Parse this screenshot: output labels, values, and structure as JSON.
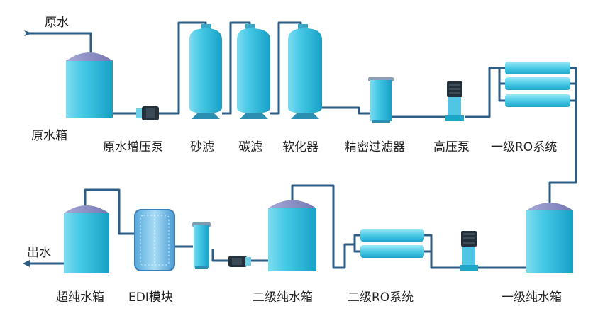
{
  "labels": {
    "raw_water_in": "原水",
    "raw_water_tank": "原水箱",
    "raw_booster_pump": "原水增压泵",
    "sand_filter": "砂滤",
    "carbon_filter": "碳滤",
    "softener": "软化器",
    "precision_filter": "精密过滤器",
    "high_pressure_pump": "高压泵",
    "ro_stage1": "一级RO系统",
    "pure_tank1": "一级纯水箱",
    "ro_stage2": "二级RO系统",
    "pure_tank2": "二级纯水箱",
    "edi_module": "EDI模块",
    "ultrapure_tank": "超纯水箱",
    "water_out": "出水"
  },
  "colors": {
    "pipe": "#2b5d86",
    "tank_body_light": "#8fe3f4",
    "tank_body": "#3cc3e2",
    "tank_body_dark": "#1aa3c7",
    "tank_cap": "#8c8fc7",
    "pump_dark": "#23303a",
    "accent": "#1ab0d6"
  }
}
